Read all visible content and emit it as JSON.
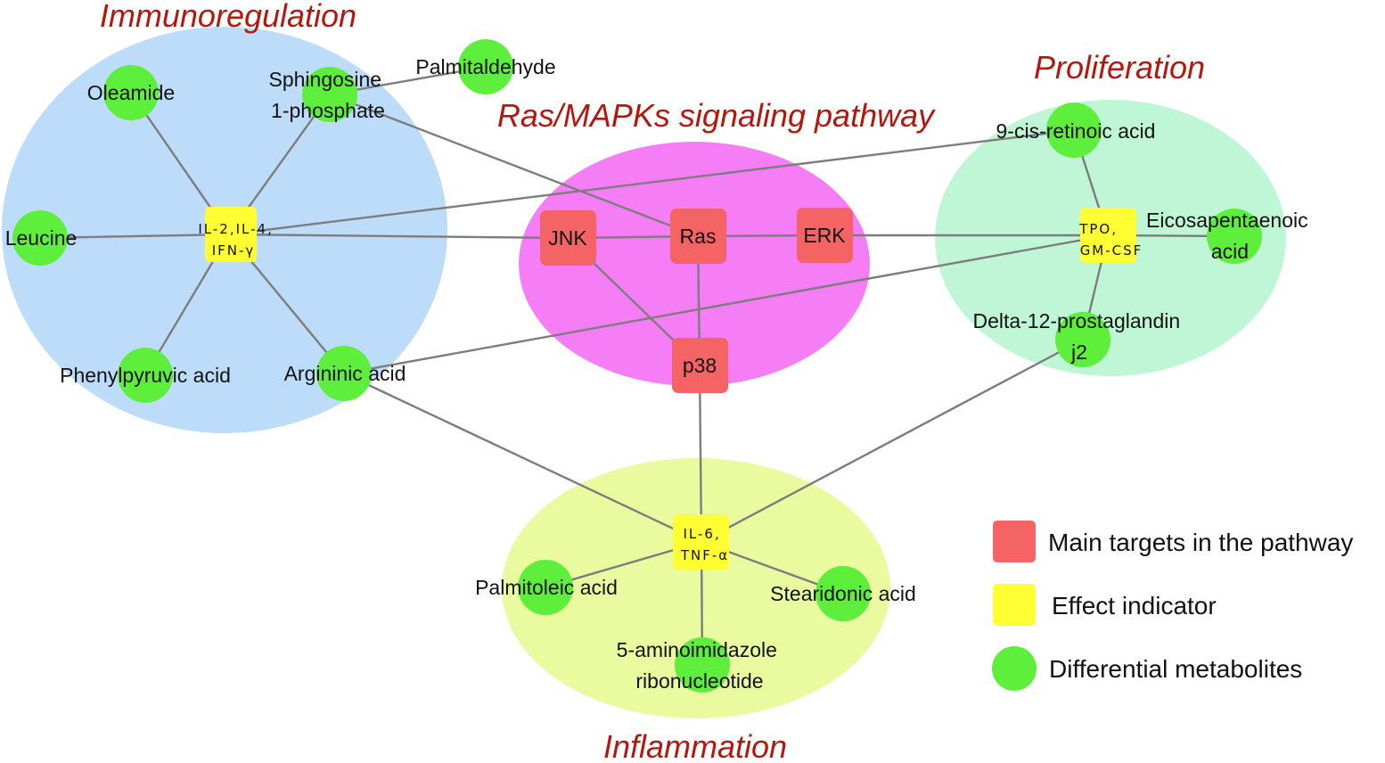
{
  "colors": {
    "immunoregulation_region": "#bcdcfa",
    "ras_region": "#f57df5",
    "proliferation_region": "#bff7d6",
    "inflammation_region": "#e9fa9f",
    "target": "#f56464",
    "indicator": "#ffff33",
    "metabolite": "#5eee3c",
    "edge": "#7d7d7d",
    "title": "#b5170f"
  },
  "groups": {
    "immunoregulation": "Immunoregulation",
    "ras": "Ras/MAPKs signaling pathway",
    "proliferation": "Proliferation",
    "inflammation": "Inflammation"
  },
  "targets": {
    "jnk": "JNK",
    "ras": "Ras",
    "erk": "ERK",
    "p38": "p38"
  },
  "indicators": {
    "il2": [
      "IL-2,IL-4,",
      "IFN-γ"
    ],
    "tpo": [
      "TPO,",
      "GM-CSF"
    ],
    "il6": [
      "IL-6,",
      "TNF-α"
    ]
  },
  "metabolites": {
    "oleamide": "Oleamide",
    "sphingosine": [
      "Sphingosine",
      "1-phosphate"
    ],
    "palmitaldehyde": "Palmitaldehyde",
    "leucine": "Leucine",
    "phenylpyruvic": "Phenylpyruvic acid",
    "argininic": "Argininic acid",
    "retinoic": "9-cis-retinoic acid",
    "eicosapentaenoic": [
      "Eicosapentaenoic",
      "acid"
    ],
    "prostaglandin": [
      "Delta-12-prostaglandin",
      "j2"
    ],
    "palmitoleic": "Palmitoleic acid",
    "stearidonic": "Stearidonic acid",
    "aminoimidazole": [
      "5-aminoimidazole",
      "ribonucleotide"
    ]
  },
  "legend": {
    "target": "Main targets in the pathway",
    "indicator": "Effect indicator",
    "metabolite": "Differential metabolites"
  }
}
